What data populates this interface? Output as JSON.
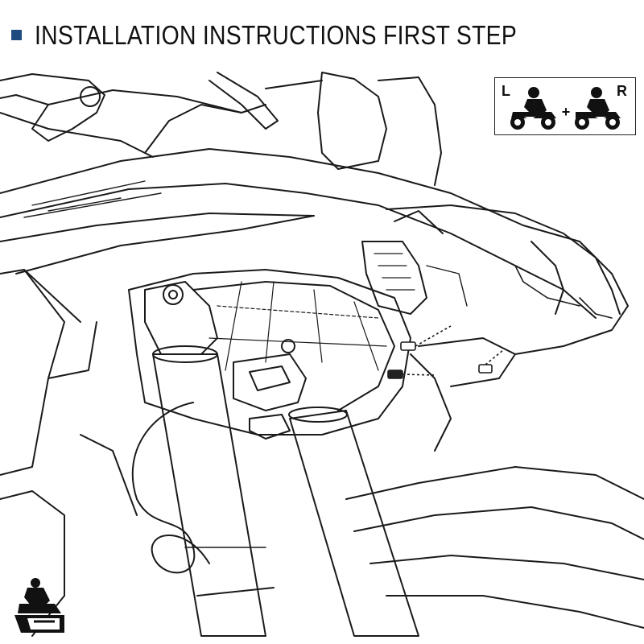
{
  "header": {
    "title": "INSTALLATION INSTRUCTIONS FIRST STEP",
    "bullet_color": "#1f4a80"
  },
  "side_indicator": {
    "left_label": "L",
    "right_label": "R",
    "join_symbol": "+",
    "icons": [
      "motorcycle-rider-left-icon",
      "motorcycle-rider-right-icon"
    ]
  },
  "illustration": {
    "description_icons": [
      "headlight-bracket",
      "fork-tubes",
      "screws"
    ]
  },
  "brand_logo_icon": "brand-logo-icon"
}
